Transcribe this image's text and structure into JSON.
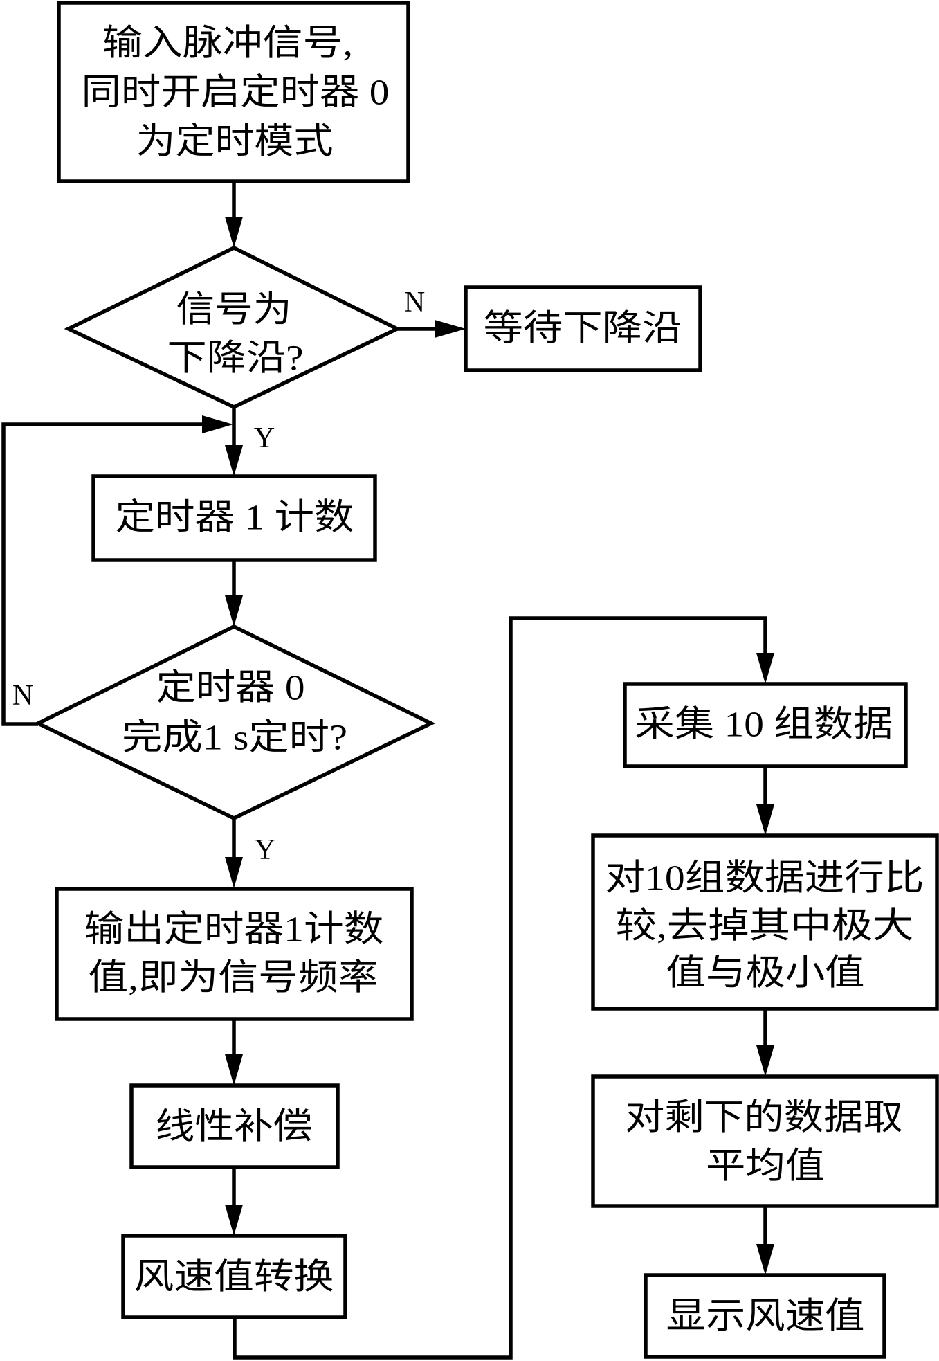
{
  "figure": {
    "colors": {
      "stroke": "#000000",
      "background": "#ffffff"
    },
    "nodes": [
      {
        "id": "start",
        "type": "process",
        "lines": [
          "输入脉冲信号,",
          "同时开启定时器 0",
          "为定时模式"
        ]
      },
      {
        "id": "check-falling-edge",
        "type": "decision",
        "lines": [
          "信号为",
          "下降沿?"
        ]
      },
      {
        "id": "wait-falling-edge",
        "type": "process",
        "lines": [
          "等待下降沿"
        ]
      },
      {
        "id": "timer1-count",
        "type": "process",
        "lines": [
          "定时器 1 计数"
        ]
      },
      {
        "id": "check-timer0",
        "type": "decision",
        "lines": [
          "定时器 0",
          "完成1 s定时?"
        ]
      },
      {
        "id": "output-count",
        "type": "process",
        "lines": [
          "输出定时器1计数",
          "值,即为信号频率"
        ]
      },
      {
        "id": "linear-compensation",
        "type": "process",
        "lines": [
          "线性补偿"
        ]
      },
      {
        "id": "wind-speed-conversion",
        "type": "process",
        "lines": [
          "风速值转换"
        ]
      },
      {
        "id": "collect-data",
        "type": "process",
        "lines": [
          "采集 10 组数据"
        ]
      },
      {
        "id": "compare-data",
        "type": "process",
        "lines": [
          "对10组数据进行比",
          "较,去掉其中极大",
          "值与极小值"
        ]
      },
      {
        "id": "average-data",
        "type": "process",
        "lines": [
          "对剩下的数据取",
          "平均值"
        ]
      },
      {
        "id": "display-wind-speed",
        "type": "process",
        "lines": [
          "显示风速值"
        ]
      }
    ],
    "edges": [
      {
        "from": "start",
        "to": "check-falling-edge",
        "label": ""
      },
      {
        "from": "check-falling-edge",
        "to": "wait-falling-edge",
        "label": "N"
      },
      {
        "from": "check-falling-edge",
        "to": "timer1-count",
        "label": "Y"
      },
      {
        "from": "timer1-count",
        "to": "check-timer0",
        "label": ""
      },
      {
        "from": "check-timer0",
        "to": "timer1-count",
        "label": "N"
      },
      {
        "from": "check-timer0",
        "to": "output-count",
        "label": "Y"
      },
      {
        "from": "output-count",
        "to": "linear-compensation",
        "label": ""
      },
      {
        "from": "linear-compensation",
        "to": "wind-speed-conversion",
        "label": ""
      },
      {
        "from": "wind-speed-conversion",
        "to": "collect-data",
        "label": ""
      },
      {
        "from": "collect-data",
        "to": "compare-data",
        "label": ""
      },
      {
        "from": "compare-data",
        "to": "average-data",
        "label": ""
      },
      {
        "from": "average-data",
        "to": "display-wind-speed",
        "label": ""
      }
    ]
  }
}
